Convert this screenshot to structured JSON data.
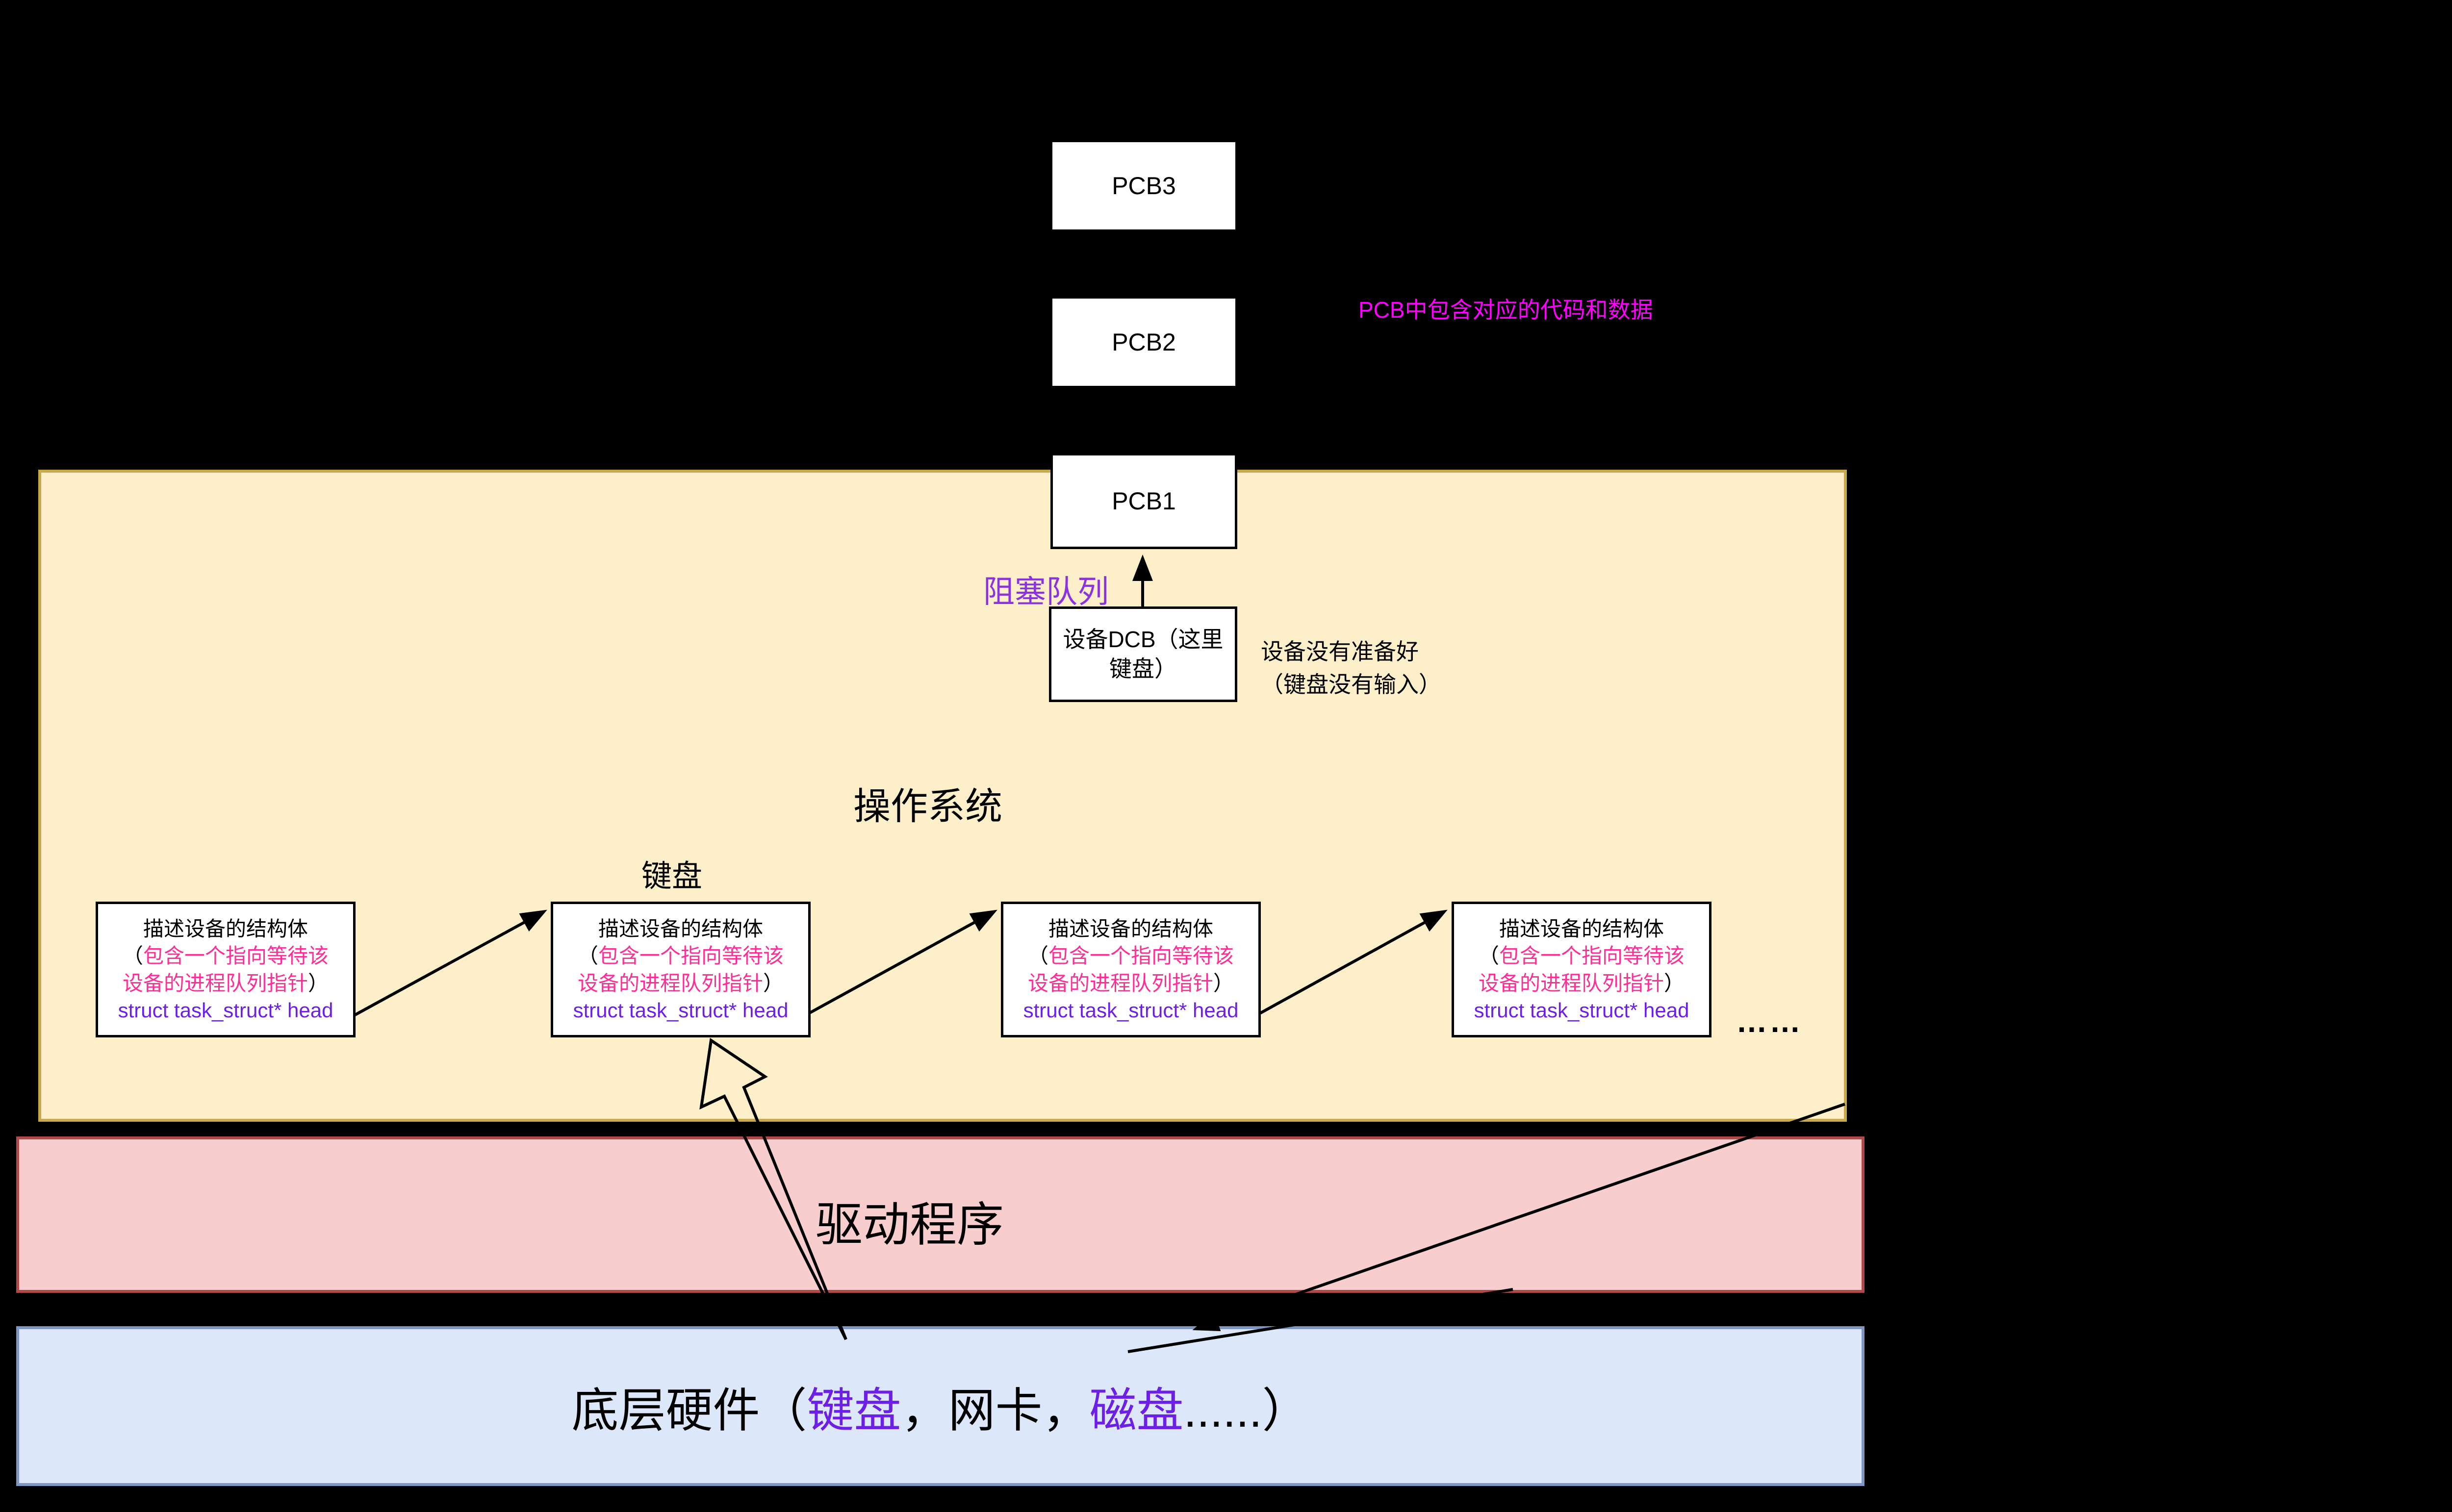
{
  "pcb_stack": {
    "pcb3": "PCB3",
    "pcb2": "PCB2",
    "pcb1": "PCB1",
    "note": "PCB中包含对应的代码和数据",
    "note_color": "#FF00FF"
  },
  "os_layer": {
    "label": "操作系统",
    "blocking_queue_label": "阻塞队列",
    "blocking_queue_color": "#8C33E0",
    "dcb_box_line1": "设备DCB（这里",
    "dcb_box_line2": "键盘）",
    "dcb_note_line1": "设备没有准备好",
    "dcb_note_line2": "（键盘没有输入）",
    "keyboard_label": "键盘",
    "ellipsis": "……",
    "struct_box": {
      "line1": "描述设备的结构体",
      "open_paren": "（",
      "line2": "包含一个指向等待该",
      "line3": "设备的进程队列指针",
      "close_paren": "）",
      "code": "struct task_struct* head",
      "pink_color": "#FF3095",
      "code_color": "#6E1FE6"
    },
    "colors": {
      "fill": "#FCEFC9",
      "border": "#C9A94B"
    }
  },
  "driver_layer": {
    "label": "驱动程序",
    "colors": {
      "fill": "#F7CDCD",
      "border": "#AE4A4A"
    }
  },
  "hardware_layer": {
    "p1": "底层硬件（",
    "p2": "键盘",
    "p3": "，网卡，",
    "p4": "磁盘",
    "p5": "......）",
    "purple_color": "#6E1FE6",
    "colors": {
      "fill": "#DCE8F9",
      "border": "#7E96C4"
    }
  }
}
